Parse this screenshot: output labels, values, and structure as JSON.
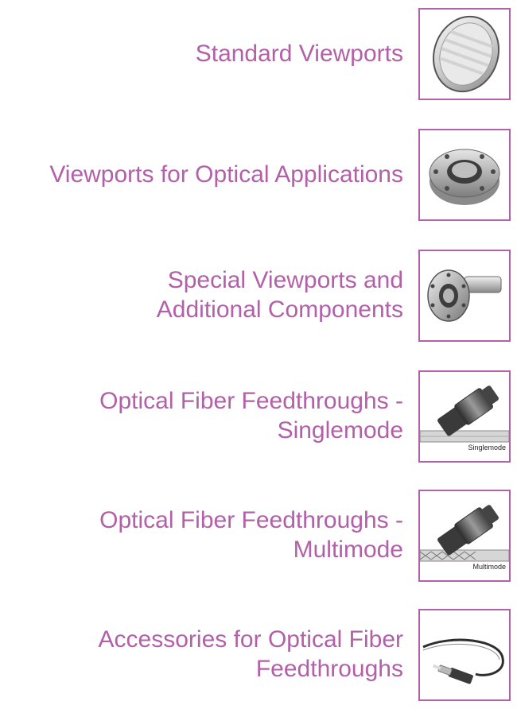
{
  "items": [
    {
      "lines": [
        "Standard Viewports"
      ],
      "image": "round-viewport-glass-icon"
    },
    {
      "lines": [
        "Viewports for Optical Applications"
      ],
      "image": "cf-flange-viewport-icon"
    },
    {
      "lines": [
        "Special Viewports and",
        "Additional Components"
      ],
      "image": "flange-with-tube-icon"
    },
    {
      "lines": [
        "Optical Fiber Feedthroughs -",
        "Singlemode"
      ],
      "image": "fiber-feedthrough-connector-icon",
      "tag": "Singlemode"
    },
    {
      "lines": [
        "Optical Fiber Feedthroughs -",
        "Multimode"
      ],
      "image": "fiber-feedthrough-connector-icon",
      "tag": "Multimode"
    },
    {
      "lines": [
        "Accessories for Optical Fiber",
        "Feedthroughs"
      ],
      "image": "fiber-patch-cable-icon"
    }
  ],
  "colors": {
    "accent": "#b260a8",
    "border": "#b260a8"
  }
}
